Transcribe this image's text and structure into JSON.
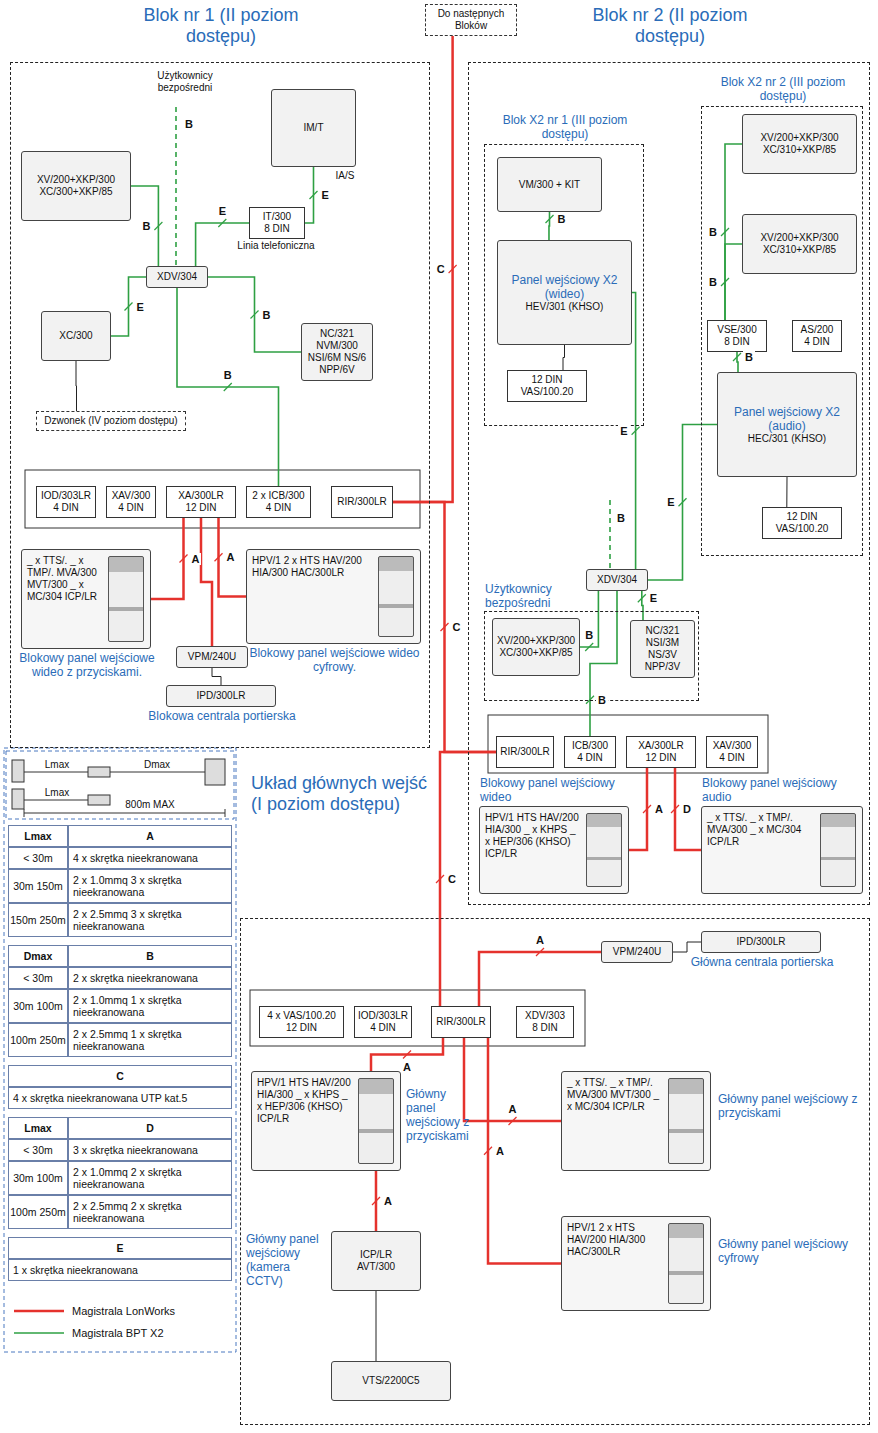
{
  "diagram": {
    "nodes": [
      {
        "text": [
          "Do następnych Bloków"
        ]
      },
      {
        "text": [
          "Blok nr 1 (II poziom dostępu)"
        ]
      },
      {
        "text": [
          "IM/T"
        ],
        "in": 1
      },
      {
        "text": [
          "IT/300",
          "8 DIN"
        ],
        "in": 1
      },
      {
        "text": [
          "XV/200+XKP/300 XC/300+XKP/85"
        ],
        "in": 1
      },
      {
        "text": [
          "XDV/304"
        ],
        "in": 1
      },
      {
        "text": [
          "XC/300"
        ],
        "in": 1
      },
      {
        "text": [
          "NC/321 NVM/300 NSI/6M NS/6 NPP/6V"
        ],
        "in": 1
      },
      {
        "text": [
          "Dzwonek (IV poziom dostępu)"
        ],
        "in": 1
      },
      {
        "text": [
          "IOD/303LR",
          "4 DIN"
        ],
        "in": 1
      },
      {
        "text": [
          "XAV/300",
          "4 DIN"
        ],
        "in": 1
      },
      {
        "text": [
          "XA/300LR",
          "12 DIN"
        ],
        "in": 1
      },
      {
        "text": [
          "2 x ICB/300",
          "4 DIN"
        ],
        "in": 1
      },
      {
        "text": [
          "RIR/300LR"
        ],
        "in": 1
      },
      {
        "text": [
          "_ x TTS/. _ x TMP/. MVA/300 MVT/300 _ x MC/304 ICP/LR",
          "Blokowy panel wejściowe wideo z przyciskami."
        ],
        "in": 1
      },
      {
        "text": [
          "HPV/1 2 x HTS HAV/200 HIA/300 HAC/300LR",
          "Blokowy panel wejściowe wideo cyfrowy."
        ],
        "in": 1
      },
      {
        "text": [
          "VPM/240U"
        ],
        "in": 1
      },
      {
        "text": [
          "IPD/300LR",
          "Blokowa centrala portierska"
        ],
        "in": 1
      },
      {
        "text": [
          "Blok nr 2 (II poziom dostępu)"
        ]
      },
      {
        "text": [
          "Blok X2 nr 1 (III poziom dostępu)"
        ],
        "in": 18
      },
      {
        "text": [
          "VM/300 + KIT"
        ],
        "in": 19
      },
      {
        "text": [
          "Panel wejściowy X2 (wideo)",
          "HEV/301 (KHSO)"
        ],
        "in": 19
      },
      {
        "text": [
          "12 DIN",
          "VAS/100.20"
        ],
        "in": 19
      },
      {
        "text": [
          "Blok X2 nr 2 (III poziom dostępu)"
        ],
        "in": 18
      },
      {
        "text": [
          "XV/200+XKP/300 XC/310+XKP/85"
        ],
        "in": 23
      },
      {
        "text": [
          "XV/200+XKP/300 XC/310+XKP/85"
        ],
        "in": 23
      },
      {
        "text": [
          "VSE/300",
          "8 DIN"
        ],
        "in": 23
      },
      {
        "text": [
          "AS/200",
          "4 DIN"
        ],
        "in": 23
      },
      {
        "text": [
          "Panel wejściowy X2 (audio)",
          "HEC/301 (KHSO)"
        ],
        "in": 23
      },
      {
        "text": [
          "12 DIN",
          "VAS/100.20"
        ],
        "in": 23
      },
      {
        "text": [
          "XDV/304"
        ],
        "in": 18
      },
      {
        "text": [
          "Użytkownicy bezpośredni"
        ],
        "in": 18
      },
      {
        "text": [
          "XV/200+XKP/300 XC/300+XKP/85"
        ],
        "in": 31
      },
      {
        "text": [
          "NC/321 NSI/3M NS/3V NPP/3V"
        ],
        "in": 31
      },
      {
        "text": [
          "RIR/300LR"
        ],
        "in": 18
      },
      {
        "text": [
          "ICB/300",
          "4 DIN"
        ],
        "in": 18
      },
      {
        "text": [
          "XA/300LR",
          "12 DIN"
        ],
        "in": 18
      },
      {
        "text": [
          "XAV/300",
          "4 DIN"
        ],
        "in": 18
      },
      {
        "text": [
          "Blokowy panel wejściowy wideo",
          "HPV/1 HTS HAV/200 HIA/300 _ x KHPS _ x HEP/306 (KHSO) ICP/LR"
        ],
        "in": 18
      },
      {
        "text": [
          "Blokowy panel wejściowy audio",
          "_ x TTS/. _ x TMP/. MVA/300 _ x MC/304 ICP/LR"
        ],
        "in": 18
      },
      {
        "text": [
          "Układ głównych wejść (I poziom dostępu)"
        ]
      },
      {
        "text": [
          "VPM/240U"
        ],
        "in": 40
      },
      {
        "text": [
          "IPD/300LR",
          "Główna centrala portierska"
        ],
        "in": 40
      },
      {
        "text": [
          "4 x VAS/100.20",
          "12 DIN"
        ],
        "in": 40
      },
      {
        "text": [
          "IOD/303LR",
          "4 DIN"
        ],
        "in": 40
      },
      {
        "text": [
          "RIR/300LR"
        ],
        "in": 40
      },
      {
        "text": [
          "XDV/303",
          "8 DIN"
        ],
        "in": 40
      },
      {
        "text": [
          "HPV/1 HTS HAV/200 HIA/300 _ x KHPS _ x HEP/306 (KHSO) ICP/LR",
          "Główny panel wejściowy z przyciskami"
        ],
        "in": 40
      },
      {
        "text": [
          "_ x TTS/. _ x TMP/. MVA/300 MVT/300 _ x MC/304 ICP/LR",
          "Główny panel wejściowy z przyciskami"
        ],
        "in": 40
      },
      {
        "text": [
          "HPV/1 2 x HTS HAV/200 HIA/300 HAC/300LR",
          "Główny panel wejściowy cyfrowy"
        ],
        "in": 40
      },
      {
        "text": [
          "ICP/LR",
          "AVT/300",
          "Główny panel wejściowy (kamera CCTV)"
        ],
        "in": 40
      },
      {
        "text": [
          "VTS/2200C5"
        ],
        "in": 40
      }
    ],
    "edges": [
      {
        "from": 0,
        "to": 13,
        "arrow": "none",
        "label": "C"
      },
      {
        "from": 13,
        "to": 34,
        "arrow": "none",
        "label": "C"
      },
      {
        "from": 34,
        "to": 45,
        "arrow": "none",
        "label": "C"
      },
      {
        "from": 2,
        "to": 3,
        "arrow": "none",
        "label": "E"
      },
      {
        "from": 3,
        "to": 5,
        "arrow": "none",
        "label": "E"
      },
      {
        "from": 4,
        "to": 5,
        "arrow": "none",
        "label": "B"
      },
      {
        "from": 6,
        "to": 5,
        "arrow": "none",
        "label": "E"
      },
      {
        "from": 7,
        "to": 5,
        "arrow": "none",
        "label": "B"
      },
      {
        "from": 6,
        "to": 8,
        "arrow": "none"
      },
      {
        "from": 5,
        "to": 12,
        "arrow": "none",
        "label": "B"
      },
      {
        "from": 14,
        "to": 11,
        "arrow": "none",
        "label": "A"
      },
      {
        "from": 15,
        "to": 11,
        "arrow": "none",
        "label": "A"
      },
      {
        "from": 16,
        "to": 11,
        "arrow": "none"
      },
      {
        "from": 16,
        "to": 17,
        "arrow": "none"
      },
      {
        "from": 20,
        "to": 21,
        "arrow": "none",
        "label": "B"
      },
      {
        "from": 21,
        "to": 30,
        "arrow": "none",
        "label": "E"
      },
      {
        "from": 21,
        "to": 22,
        "arrow": "none"
      },
      {
        "from": 24,
        "to": 26,
        "arrow": "none",
        "label": "B"
      },
      {
        "from": 25,
        "to": 26,
        "arrow": "none",
        "label": "B"
      },
      {
        "from": 26,
        "to": 28,
        "arrow": "none",
        "label": "B"
      },
      {
        "from": 28,
        "to": 30,
        "arrow": "none",
        "label": "E"
      },
      {
        "from": 28,
        "to": 29,
        "arrow": "none"
      },
      {
        "from": 30,
        "to": 32,
        "arrow": "none",
        "label": "B"
      },
      {
        "from": 30,
        "to": 33,
        "arrow": "none",
        "label": "E"
      },
      {
        "from": 30,
        "to": 35,
        "arrow": "none",
        "label": "B"
      },
      {
        "from": 38,
        "to": 36,
        "arrow": "none",
        "label": "A"
      },
      {
        "from": 39,
        "to": 36,
        "arrow": "none",
        "label": "D"
      },
      {
        "from": 41,
        "to": 45,
        "arrow": "none",
        "label": "A"
      },
      {
        "from": 41,
        "to": 42,
        "arrow": "none"
      },
      {
        "from": 47,
        "to": 45,
        "arrow": "none",
        "label": "A"
      },
      {
        "from": 48,
        "to": 45,
        "arrow": "none",
        "label": "A"
      },
      {
        "from": 49,
        "to": 45,
        "arrow": "none",
        "label": "A"
      },
      {
        "from": 50,
        "to": 47,
        "arrow": "none",
        "label": "A"
      },
      {
        "from": 50,
        "to": 51,
        "arrow": "none"
      }
    ],
    "labels": [
      "Użytkownicy bezpośredni",
      "IA/S",
      "Linia telefoniczna",
      "B",
      "B",
      "Lmax",
      "Dmax",
      "Lmax",
      "800m MAX",
      "Lmax",
      "A",
      "< 30m",
      "4 x skrętka nieekranowana",
      "30m 150m",
      "2 x 1.0mmq 3 x skrętka nieekranowana",
      "150m 250m",
      "2 x 2.5mmq 3 x skrętka nieekranowana",
      "Dmax",
      "B",
      "< 30m",
      "2 x skrętka nieekranowana",
      "30m 100m",
      "2 x 1.0mmq 1 x skrętka nieekranowana",
      "100m 250m",
      "2 x 2.5mmq 1 x skrętka nieekranowana",
      "C",
      "4 x skrętka nieekranowana UTP kat.5",
      "Lmax",
      "D",
      "< 30m",
      "3 x skrętka nieekranowana",
      "30m 100m",
      "2 x 1.0mmq 2 x skrętka nieekranowana",
      "100m 250m",
      "2 x 2.5mmq 2 x skrętka nieekranowana",
      "E",
      "1 x skrętka nieekranowana"
    ],
    "legend": [
      {
        "text": "Magistrala LonWorks"
      },
      {
        "text": "Magistrala BPT X2"
      }
    ]
  }
}
